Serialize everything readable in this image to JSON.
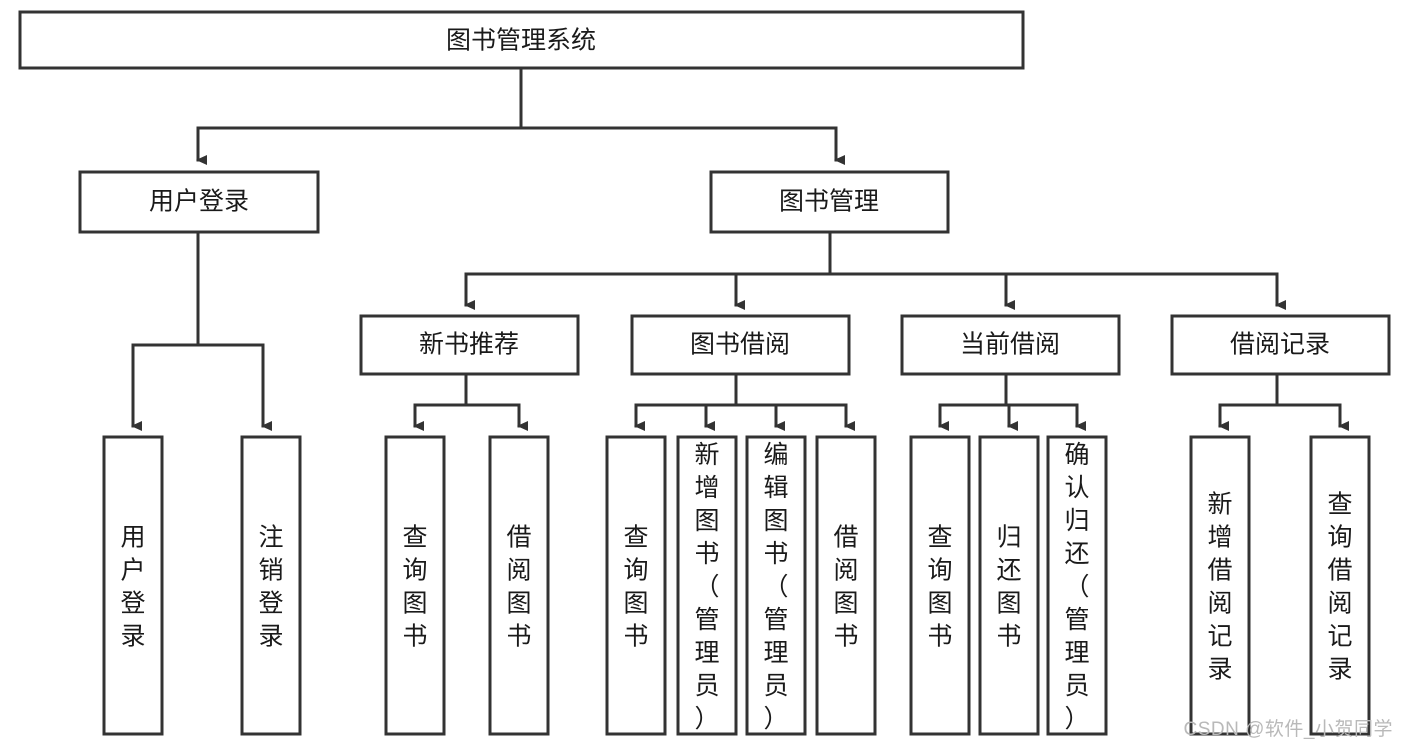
{
  "diagram": {
    "type": "tree-hierarchy",
    "title": "图书管理系统",
    "orientation": "top-down",
    "colors": {
      "box_stroke": "#333333",
      "box_fill": "#ffffff",
      "edge": "#333333",
      "text": "#1a1a1a",
      "watermark": "#b9b9b9",
      "background": "#ffffff"
    },
    "root": {
      "label": "图书管理系统"
    },
    "level2": [
      {
        "id": "user-login",
        "label": "用户登录"
      },
      {
        "id": "book-manage",
        "label": "图书管理"
      }
    ],
    "level3": [
      {
        "id": "new-book-recommend",
        "label": "新书推荐",
        "parent": "book-manage"
      },
      {
        "id": "book-borrow",
        "label": "图书借阅",
        "parent": "book-manage"
      },
      {
        "id": "current-borrow",
        "label": "当前借阅",
        "parent": "book-manage"
      },
      {
        "id": "borrow-record",
        "label": "借阅记录",
        "parent": "book-manage"
      }
    ],
    "leaves": {
      "user-login": [
        {
          "id": "leaf-user-login",
          "label": "用户登录"
        },
        {
          "id": "leaf-user-logout",
          "label": "注销登录"
        }
      ],
      "new-book-recommend": [
        {
          "id": "leaf-query-book-1",
          "label": "查询图书"
        },
        {
          "id": "leaf-borrow-book-1",
          "label": "借阅图书"
        }
      ],
      "book-borrow": [
        {
          "id": "leaf-query-book-2",
          "label": "查询图书"
        },
        {
          "id": "leaf-add-book",
          "label": "新增图书（管理员）"
        },
        {
          "id": "leaf-edit-book",
          "label": "编辑图书（管理员）"
        },
        {
          "id": "leaf-borrow-book-2",
          "label": "借阅图书"
        }
      ],
      "current-borrow": [
        {
          "id": "leaf-query-book-3",
          "label": "查询图书"
        },
        {
          "id": "leaf-return-book",
          "label": "归还图书"
        },
        {
          "id": "leaf-confirm-return",
          "label": "确认归还（管理员）"
        }
      ],
      "borrow-record": [
        {
          "id": "leaf-add-record",
          "label": "新增借阅记录"
        },
        {
          "id": "leaf-query-record",
          "label": "查询借阅记录"
        }
      ]
    }
  },
  "watermark": {
    "text": "CSDN @软件_小贺同学"
  }
}
